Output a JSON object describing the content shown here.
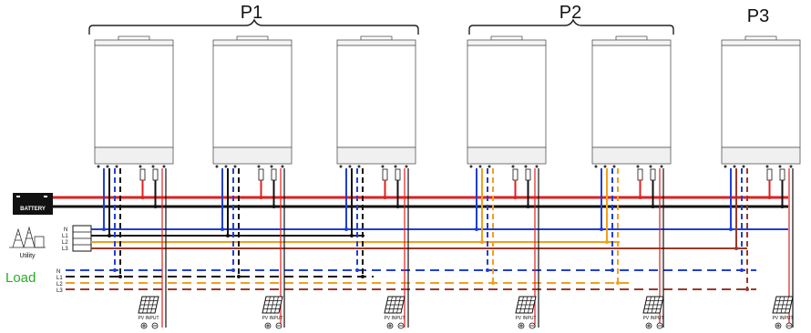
{
  "groups": [
    {
      "label": "P1"
    },
    {
      "label": "P2"
    },
    {
      "label": "P3"
    }
  ],
  "inverter_count": 6,
  "battery": {
    "label": "BATTERY"
  },
  "utility": {
    "label": "Utility",
    "lines": [
      "N",
      "L1",
      "L2",
      "L3"
    ]
  },
  "load": {
    "label": "Load",
    "lines": [
      "N",
      "L1",
      "L2",
      "L3"
    ]
  },
  "pv": {
    "label": "PV INPUT",
    "count": 6
  },
  "colors": {
    "battery_pos": "#e02020",
    "battery_neg": "#111111",
    "neutral": "#1f3fd6",
    "L1": "#111111",
    "L2": "#f0a020",
    "L3": "#9a3a2a",
    "load_label": "#22b022"
  }
}
